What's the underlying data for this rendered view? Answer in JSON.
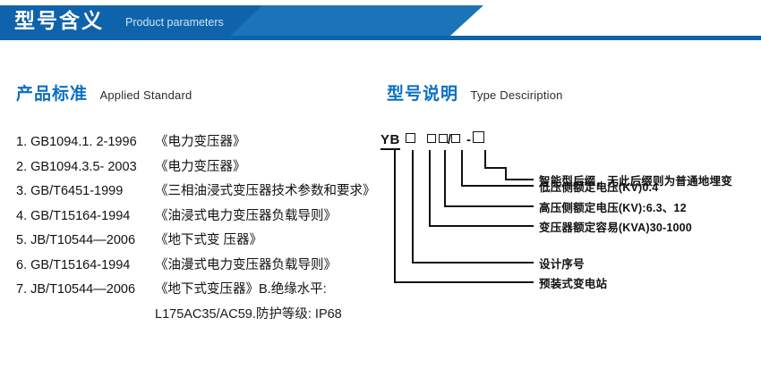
{
  "banner": {
    "title": "型号含义",
    "subtitle": "Product parameters",
    "accent_dark": "#0f63ab",
    "accent_light": "#1b73b8"
  },
  "sections": {
    "left": {
      "heading_cn": "产品标准",
      "heading_en": "Applied Standard",
      "standards": [
        {
          "index": "1.",
          "code": "GB1094.1. 2-1996",
          "name": "《电力变压器》"
        },
        {
          "index": "2.",
          "code": "GB1094.3.5- 2003",
          "name": "《电力变压器》"
        },
        {
          "index": "3.",
          "code": "GB/T6451-1999",
          "name": "《三相油浸式变压器技术参数和要求》"
        },
        {
          "index": "4.",
          "code": "GB/T15164-1994",
          "name": "《油浸式电力变压器负载导则》"
        },
        {
          "index": "5.",
          "code": "JB/T10544—2006",
          "name": "《地下式变 压器》"
        },
        {
          "index": "6.",
          "code": "GB/T15164-1994",
          "name": "《油漫式电力变压器负载导则》"
        },
        {
          "index": "7.",
          "code": "JB/T10544—2006",
          "name": "《地下式变压器》B.绝缘水平:"
        }
      ],
      "continuation": "L175AC35/AC59.防护等级: IP68"
    },
    "right": {
      "heading_cn": "型号说明",
      "heading_en": "Type Desciription",
      "code": {
        "prefix": "YB",
        "slash": "/",
        "dash": "-"
      },
      "callouts": [
        {
          "id": "intelligent-suffix",
          "text": "智能型后缀，无此后缀则为普通地埋变"
        },
        {
          "id": "lv-rated-voltage",
          "text": "低压侧额定电压(KV)0.4"
        },
        {
          "id": "hv-rated-voltage",
          "text": "高压侧额定电压(KV):6.3、12"
        },
        {
          "id": "rated-capacity",
          "text": "变压器额定容易(KVA)30-1000"
        },
        {
          "id": "design-serial",
          "text": "设计序号"
        },
        {
          "id": "prefab-substation",
          "text": "预装式变电站"
        }
      ]
    }
  }
}
